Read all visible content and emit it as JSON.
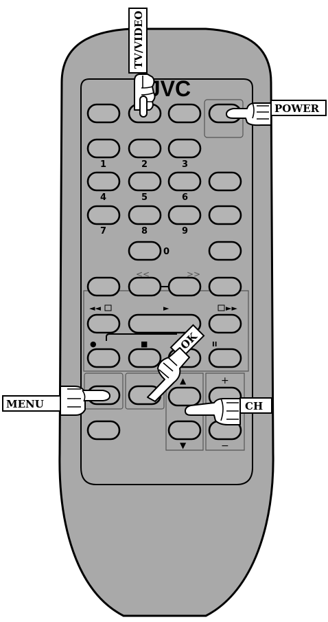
{
  "brand": "JVC",
  "callouts": {
    "tv_video": "TV/VIDEO",
    "power": "POWER",
    "menu": "MENU",
    "ok": "OK",
    "ch": "CH"
  },
  "number_labels": {
    "n1": "1",
    "n2": "2",
    "n3": "3",
    "n4": "4",
    "n5": "5",
    "n6": "6",
    "n7": "7",
    "n8": "8",
    "n9": "9",
    "n0": "0"
  },
  "symbols": {
    "rewind": "◄◄",
    "play": "►",
    "ffwd": "►►",
    "record": "●",
    "stop": "■",
    "pause": "II",
    "skip_back": "<<",
    "skip_fwd": ">>",
    "ch_plus": "+",
    "ch_minus": "−",
    "up": "▲",
    "down": "▼"
  },
  "colors": {
    "remote_body": "#a9a9a9",
    "panel": "#aaaaaa",
    "button": "#b4b4b4",
    "outline": "#000000"
  }
}
